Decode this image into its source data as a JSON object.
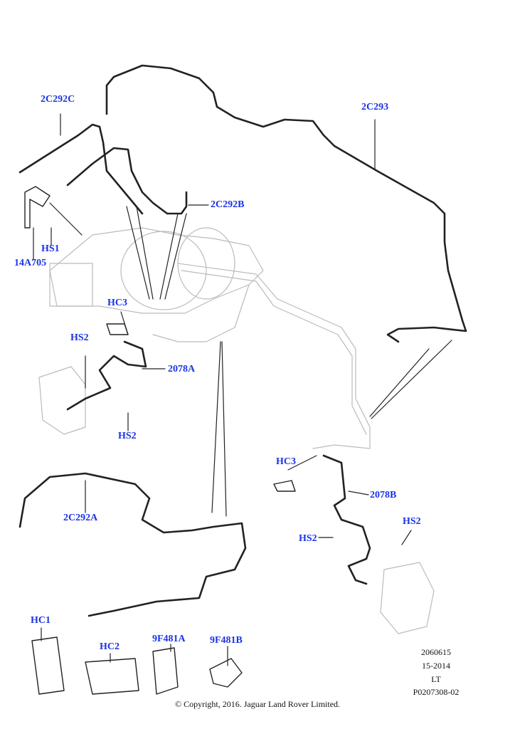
{
  "labels": {
    "c2c292c": "2C292C",
    "c2c293": "2C293",
    "c2c292b": "2C292B",
    "hs1": "HS1",
    "a14a705": "14A705",
    "hc3_left": "HC3",
    "hs2_left_top": "HS2",
    "b2078a": "2078A",
    "hs2_left_bottom": "HS2",
    "c2c292a": "2C292A",
    "hc3_right": "HC3",
    "b2078b": "2078B",
    "hs2_right_mid": "HS2",
    "hs2_right": "HS2",
    "hc1": "HC1",
    "hc2": "HC2",
    "f9f481a": "9F481A",
    "f9f481b": "9F481B"
  },
  "meta": {
    "line1": "2060615",
    "line2": "15-2014",
    "line3": "LT",
    "line4": "P0207308-02"
  },
  "copyright": "© Copyright, 2016. Jaguar Land Rover Limited.",
  "colors": {
    "label": "#1a33e6",
    "pipe": "#222222",
    "ghost": "#bbbbbb"
  }
}
